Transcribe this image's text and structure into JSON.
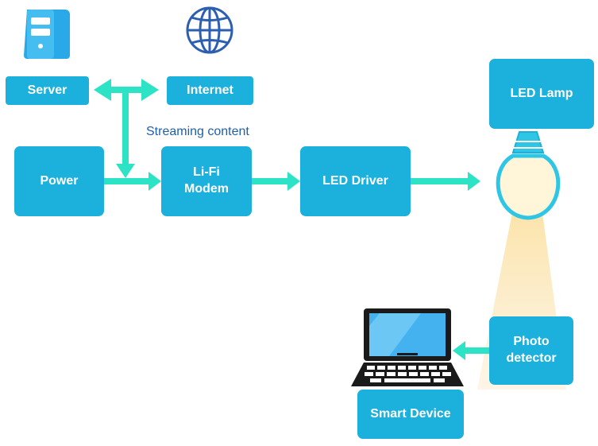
{
  "nodes": {
    "server": "Server",
    "internet": "Internet",
    "power": "Power",
    "lifi_modem": "Li-Fi\nModem",
    "led_driver": "LED Driver",
    "led_lamp": "LED Lamp",
    "photo_detector": "Photo\ndetector",
    "smart_device": "Smart Device"
  },
  "labels": {
    "streaming": "Streaming content"
  },
  "colors": {
    "box": "#1cb0dc",
    "arrow": "#2de3c6",
    "icon_blue": "#29a9e8",
    "beam": "#f7d9a0"
  },
  "icons": [
    "server-tower-icon",
    "globe-icon",
    "light-bulb-icon",
    "laptop-icon"
  ]
}
